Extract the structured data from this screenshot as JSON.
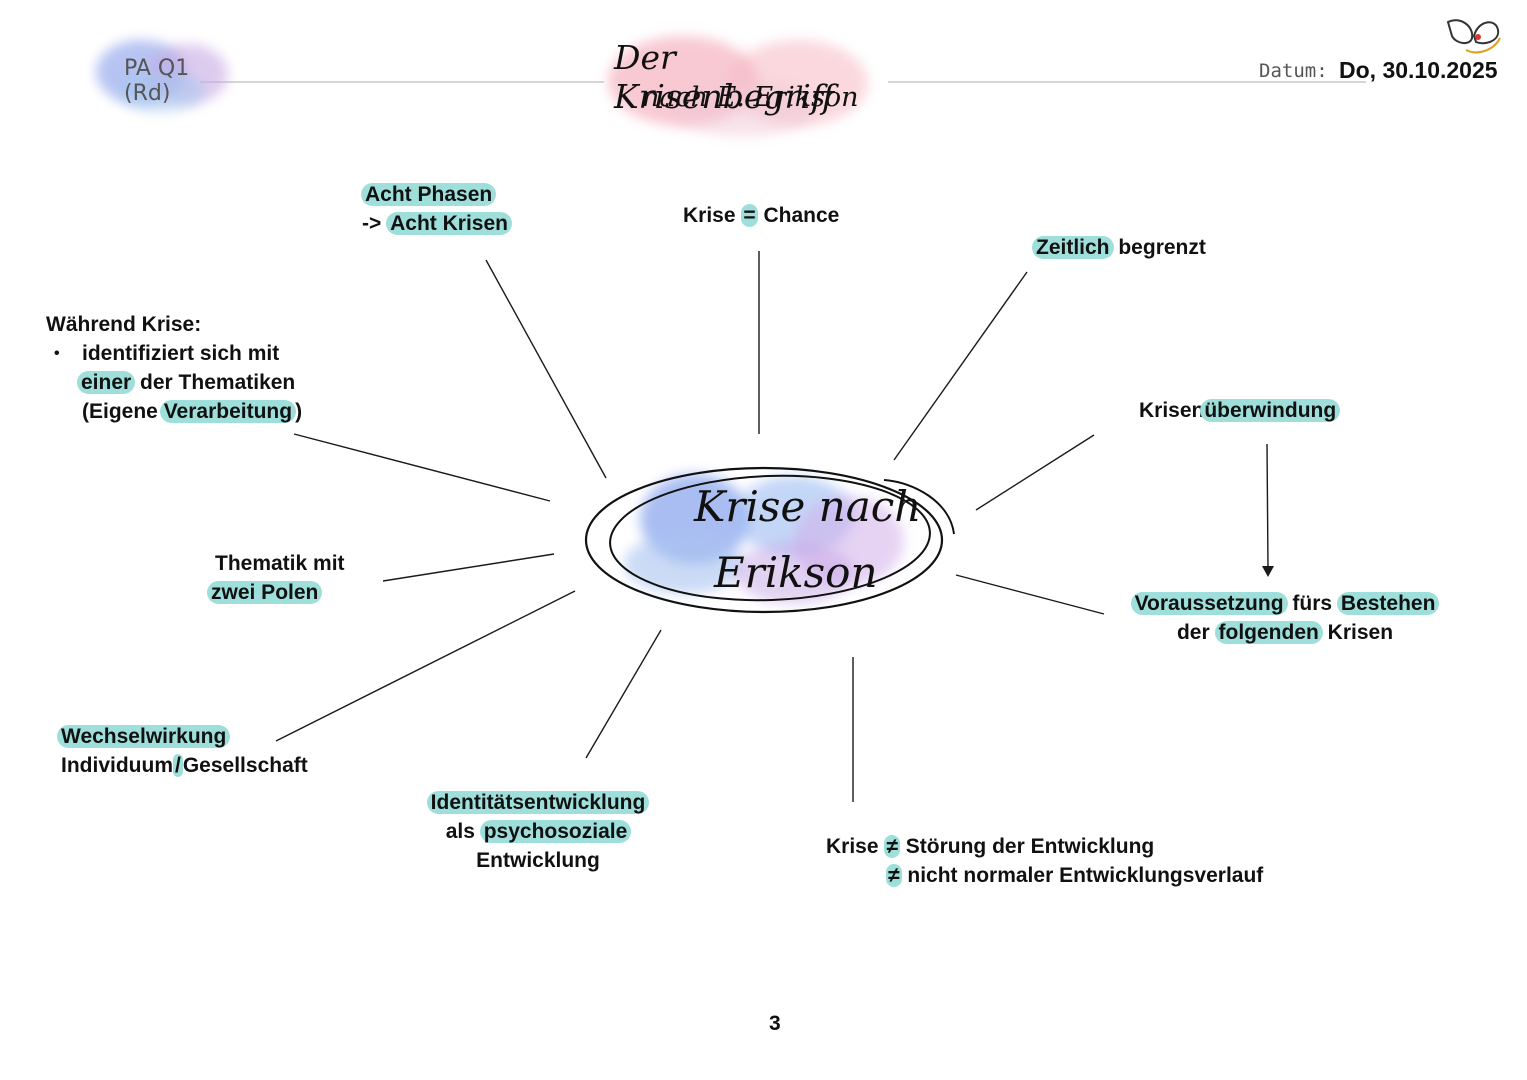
{
  "header": {
    "course": "PA Q1 (Rd)",
    "title_line1": "Der Krisenbegriff",
    "title_line2": "nach E. Erikson",
    "date_label": "Datum:",
    "date_value": "Do, 30.10.2025",
    "logo_icon": "butterfly-logo-icon"
  },
  "center": {
    "line1": "Krise nach",
    "line2": "Erikson"
  },
  "nodes": {
    "acht": {
      "l1": "Acht Phasen",
      "l2_prefix": "->",
      "l2_hl": "Acht Krisen"
    },
    "chance": {
      "a": "Krise",
      "eq": "=",
      "b": "Chance"
    },
    "zeitlich": {
      "hl": "Zeitlich",
      "rest": "begrenzt"
    },
    "waehrend": {
      "title": "Während Krise:",
      "bullet": "•",
      "l1": "identifiziert sich mit",
      "l2_hl": "einer",
      "l2_rest": "der Thematiken",
      "l3_open": "(Eigene",
      "l3_hl": "Verarbeitung",
      "l3_close": ")"
    },
    "ueberwindung": {
      "a": "Krisen",
      "hl": "überwindung"
    },
    "thematik": {
      "l1": "Thematik mit",
      "l2_hl": "zwei Polen"
    },
    "voraussetzung": {
      "l1_hl1": "Voraussetzung",
      "l1_mid": "fürs",
      "l1_hl2": "Bestehen",
      "l2_a": "der",
      "l2_hl": "folgenden",
      "l2_b": "Krisen"
    },
    "wechsel": {
      "l1_hl": "Wechselwirkung",
      "l2_a": "Individuum",
      "l2_slash": "/",
      "l2_b": "Gesellschaft"
    },
    "identitaet": {
      "l1_hl": "Identitätsentwicklung",
      "l2_a": "als",
      "l2_hl": "psychosoziale",
      "l3": "Entwicklung"
    },
    "stoerung": {
      "l1_a": "Krise",
      "neq": "≠",
      "l1_b": "Störung der Entwicklung",
      "l2_neq": "≠",
      "l2_b": "nicht normaler Entwicklungsverlauf"
    }
  },
  "footer": {
    "page_number": "3"
  },
  "colors": {
    "highlight": "#9edfdb",
    "text": "#111111",
    "line": "#1a1a1a"
  }
}
